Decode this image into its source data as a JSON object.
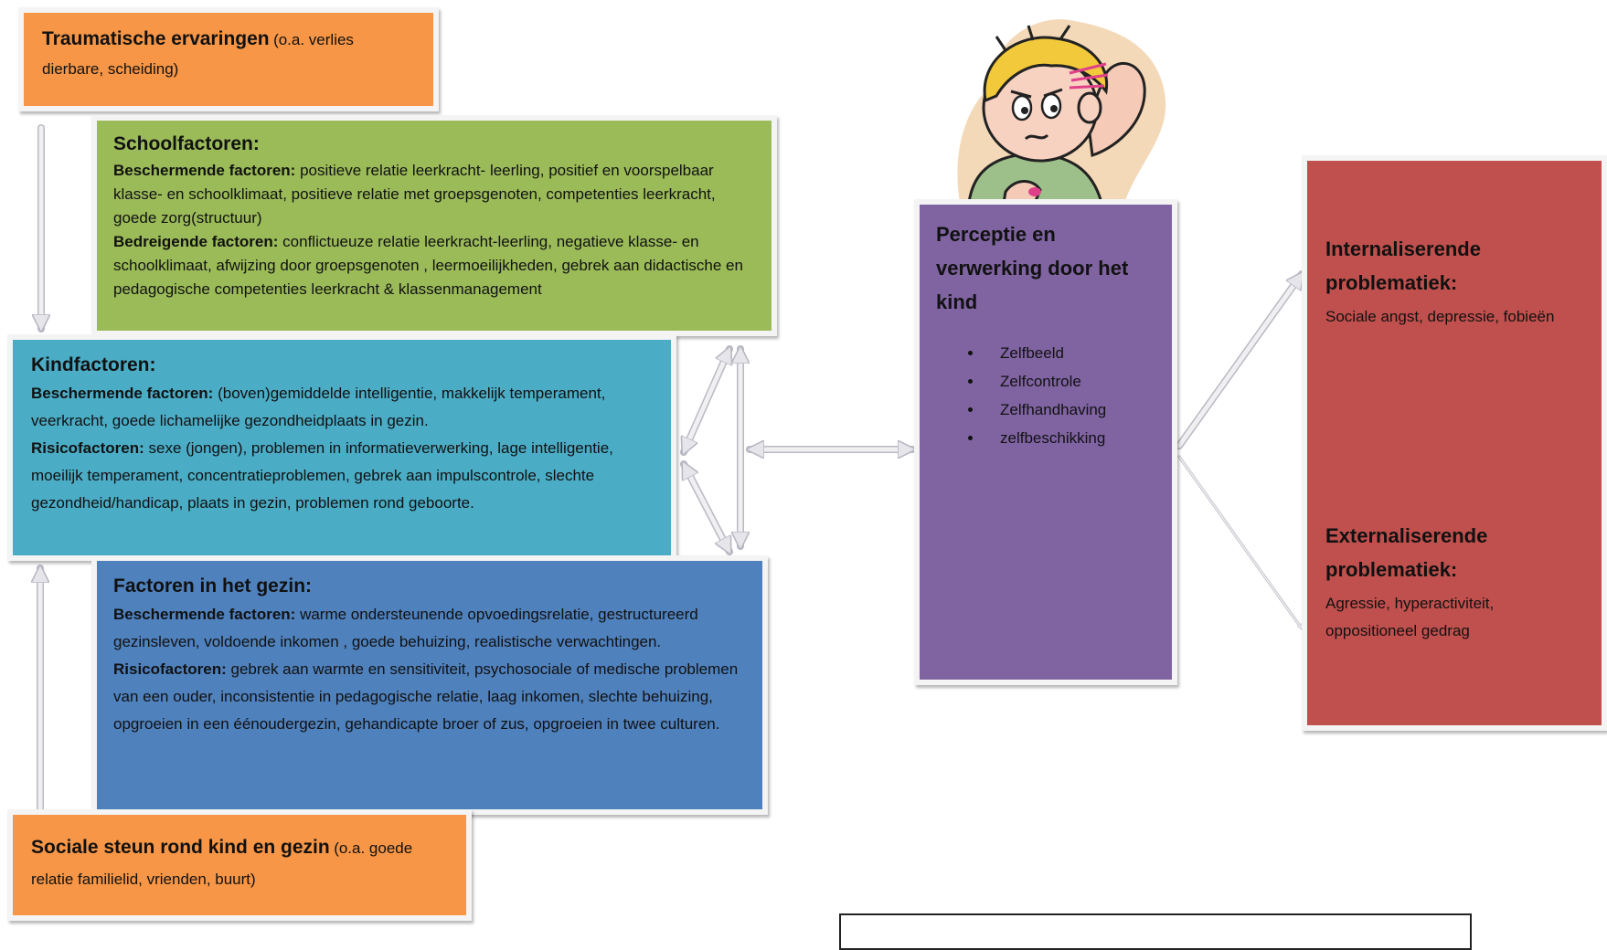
{
  "trauma": {
    "title": "Traumatische ervaringen",
    "detail": "(o.a. verlies dierbare, scheiding)"
  },
  "school": {
    "title": "Schoolfactoren:",
    "protective_label": "Beschermende factoren:",
    "protective_text": "positieve relatie leerkracht- leerling, positief en voorspelbaar klasse- en schoolklimaat, positieve relatie met groepsgenoten, competenties leerkracht, goede zorg(structuur)",
    "threat_label": "Bedreigende factoren:",
    "threat_text": "conflictueuze relatie leerkracht-leerling, negatieve klasse- en schoolklimaat, afwijzing door  groepsgenoten , leermoeilijkheden, gebrek aan didactische en pedagogische competenties leerkracht & klassenmanagement"
  },
  "kind": {
    "title": "Kindfactoren:",
    "protective_label": "Beschermende factoren:",
    "protective_text": "(boven)gemiddelde intelligentie, makkelijk temperament, veerkracht, goede lichamelijke gezondheidplaats in gezin.",
    "risk_label": "Risicofactoren:",
    "risk_text": "sexe (jongen), problemen in informatieverwerking, lage intelligentie, moeilijk temperament, concentratieproblemen, gebrek aan impulscontrole, slechte gezondheid/handicap, plaats in gezin, problemen rond geboorte."
  },
  "gezin": {
    "title": "Factoren in het gezin:",
    "protective_label": "Beschermende factoren:",
    "protective_text": "warme ondersteunende opvoedingsrelatie, gestructureerd gezinsleven, voldoende inkomen , goede behuizing, realistische verwachtingen.",
    "risk_label": "Risicofactoren:",
    "risk_text": "gebrek aan warmte en sensitiviteit, psychosociale of medische problemen van een ouder, inconsistentie in pedagogische relatie, laag inkomen, slechte behuizing, opgroeien in een éénoudergezin, gehandicapte broer of zus, opgroeien in twee culturen."
  },
  "sociaal": {
    "title": "Sociale steun rond kind en gezin",
    "detail": "(o.a. goede relatie familielid, vrienden, buurt)"
  },
  "perceptie": {
    "title": "Perceptie en verwerking door het kind",
    "items": [
      "Zelfbeeld",
      "Zelfcontrole",
      "Zelfhandhaving",
      "zelfbeschikking"
    ]
  },
  "problematiek": {
    "internal_title": "Internaliserende problematiek:",
    "internal_text": "Sociale angst, depressie, fobieën",
    "external_title": "Externaliserende problematiek:",
    "external_text": "Agressie, hyperactiviteit, oppositioneel gedrag"
  },
  "colors": {
    "orange": "#f79646",
    "green": "#9bbb59",
    "teal": "#4bacc6",
    "blue": "#4f81bd",
    "purple": "#8064a2",
    "red": "#c0504d"
  },
  "icons": [
    "confused-child-illustration"
  ]
}
